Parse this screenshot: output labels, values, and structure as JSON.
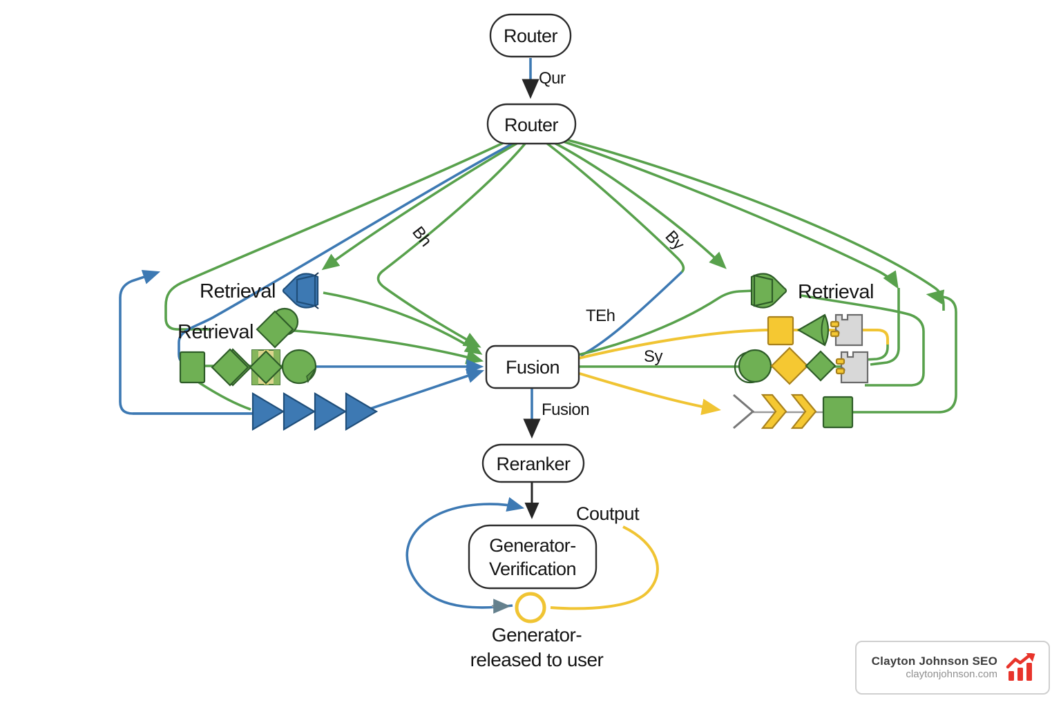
{
  "diagram": {
    "nodes": {
      "router_top": "Router",
      "router": "Router",
      "fusion": "Fusion",
      "reranker": "Reranker",
      "genver_line1": "Generator-",
      "genver_line2": "Verification",
      "retrieval_left_top": "Retrieval",
      "retrieval_left_mid": "Retrieval",
      "retrieval_right": "Retrieval"
    },
    "edge_labels": {
      "qur": "Qur",
      "bh": "Bh",
      "by": "By",
      "teh": "TEh",
      "sy": "Sy",
      "fusion": "Fusion",
      "coutput": "Coutput"
    },
    "caption": {
      "line1": "Generator-",
      "line2": "released to user"
    },
    "colors": {
      "blue": "#3d79b3",
      "green": "#58a14c",
      "yellow": "#f0c433",
      "greenfill": "#6fb054",
      "yellowfill": "#f5c832",
      "red": "#e8342b"
    }
  },
  "badge": {
    "title": "Clayton Johnson SEO",
    "domain": "claytonjohnson.com"
  }
}
